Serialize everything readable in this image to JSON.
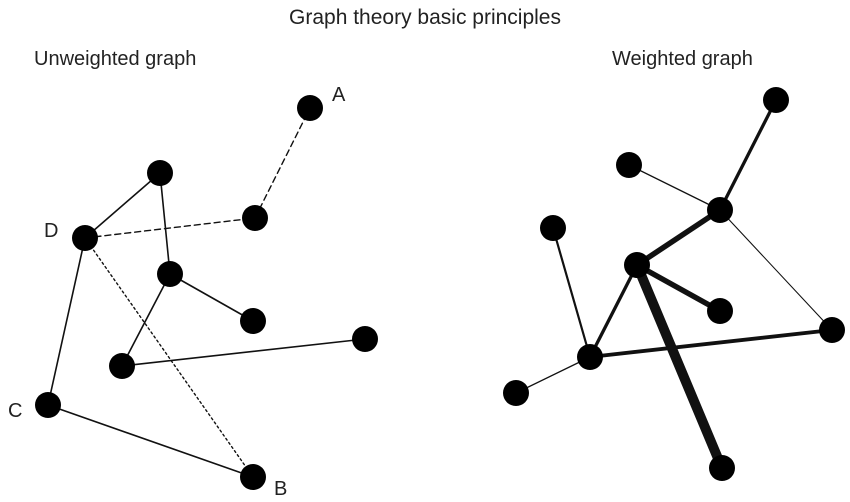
{
  "title": "Graph theory basic principles",
  "unweighted": {
    "label": "Unweighted graph",
    "node_labels": {
      "A": "A",
      "B": "B",
      "C": "C",
      "D": "D"
    },
    "edges": [
      {
        "from": "D",
        "to": "n1",
        "style": "solid"
      },
      {
        "from": "n1",
        "to": "n3",
        "style": "solid"
      },
      {
        "from": "n3",
        "to": "n4",
        "style": "solid"
      },
      {
        "from": "n3",
        "to": "n6",
        "style": "solid"
      },
      {
        "from": "n6",
        "to": "n5",
        "style": "solid"
      },
      {
        "from": "D",
        "to": "C",
        "style": "solid"
      },
      {
        "from": "C",
        "to": "B",
        "style": "solid"
      },
      {
        "from": "D",
        "to": "n2",
        "style": "dashed"
      },
      {
        "from": "n2",
        "to": "A",
        "style": "dashed"
      },
      {
        "from": "D",
        "to": "B",
        "style": "dotted"
      }
    ]
  },
  "weighted": {
    "label": "Weighted graph",
    "edges": [
      {
        "from": "r1",
        "to": "r3",
        "weight": 3
      },
      {
        "from": "r2",
        "to": "r3",
        "weight": 1.2
      },
      {
        "from": "r3",
        "to": "r5",
        "weight": 5
      },
      {
        "from": "r3",
        "to": "r7",
        "weight": 1
      },
      {
        "from": "r5",
        "to": "r6",
        "weight": 5
      },
      {
        "from": "r5",
        "to": "r8",
        "weight": 3
      },
      {
        "from": "r5",
        "to": "r10",
        "weight": 9
      },
      {
        "from": "r4",
        "to": "r8",
        "weight": 2
      },
      {
        "from": "r8",
        "to": "r7",
        "weight": 3.5
      },
      {
        "from": "r8",
        "to": "r9",
        "weight": 1.2
      }
    ]
  },
  "colors": {
    "node": "#000000",
    "edge": "#111111",
    "text": "#222222"
  }
}
